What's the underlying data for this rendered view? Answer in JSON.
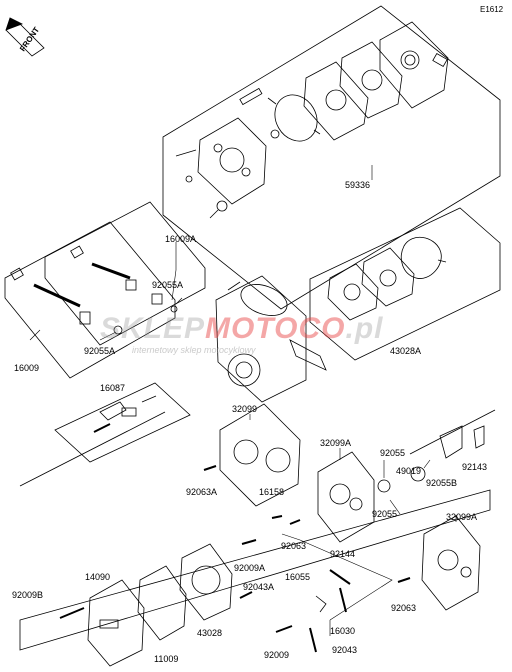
{
  "diagram_id": "E1612",
  "front_label": "FRONT",
  "watermark": {
    "brand_a": "SKLEP",
    "brand_b": "MOTOCO",
    "brand_c": ".pl",
    "tagline": "internetowy sklep motocyklowy"
  },
  "part_labels": {
    "p59336": "59336",
    "p16009A": "16009A",
    "p92055A_1": "92055A",
    "p92055A_2": "92055A",
    "p16009": "16009",
    "p16087": "16087",
    "p43028A": "43028A",
    "p32099": "32099",
    "p32099A_1": "32099A",
    "p32099A_2": "32099A",
    "p92055_1": "92055",
    "p92055_2": "92055",
    "p49019": "49019",
    "p92055B": "92055B",
    "p92143": "92143",
    "p92063A": "92063A",
    "p16158": "16158",
    "p92063_1": "92063",
    "p92063_2": "92063",
    "p92009A": "92009A",
    "p92144": "92144",
    "p16055": "16055",
    "p92043A": "92043A",
    "p16030": "16030",
    "p92043": "92043",
    "p92009B": "92009B",
    "p14090": "14090",
    "p43028": "43028",
    "p11009": "11009",
    "p92009": "92009"
  }
}
